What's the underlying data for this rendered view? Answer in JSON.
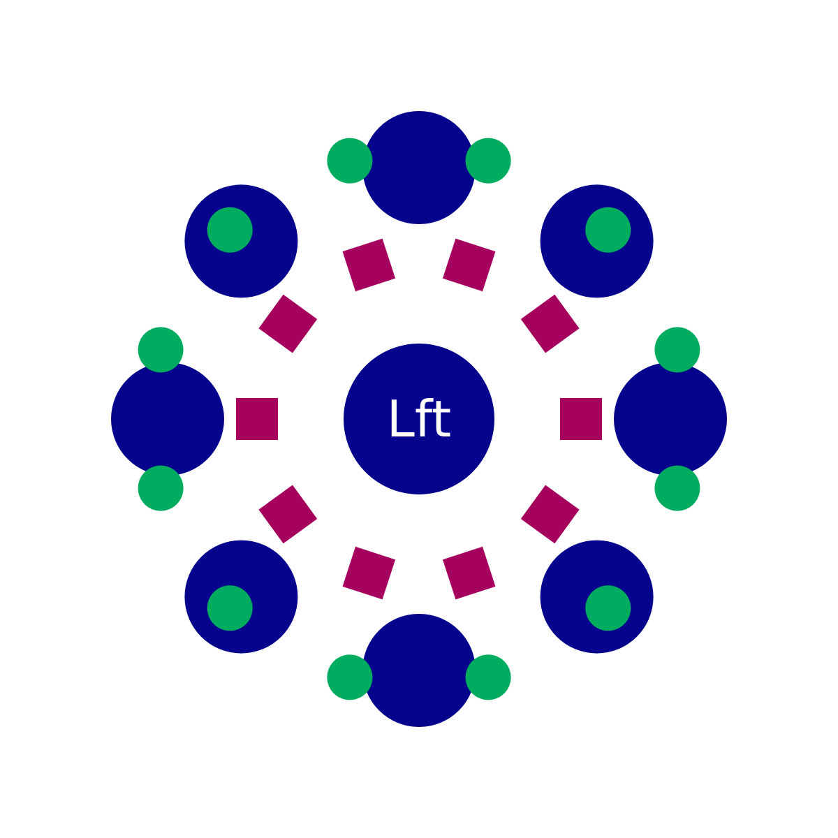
{
  "center": {
    "label": "Lft"
  },
  "rings": {
    "outer_circle_count": 8,
    "green_dot_count": 12,
    "square_count": 10
  },
  "colors": {
    "background": "#ffffff",
    "circle": "#06038d",
    "dot": "#00ad60",
    "square": "#a6005f",
    "label": "#ffffff"
  }
}
